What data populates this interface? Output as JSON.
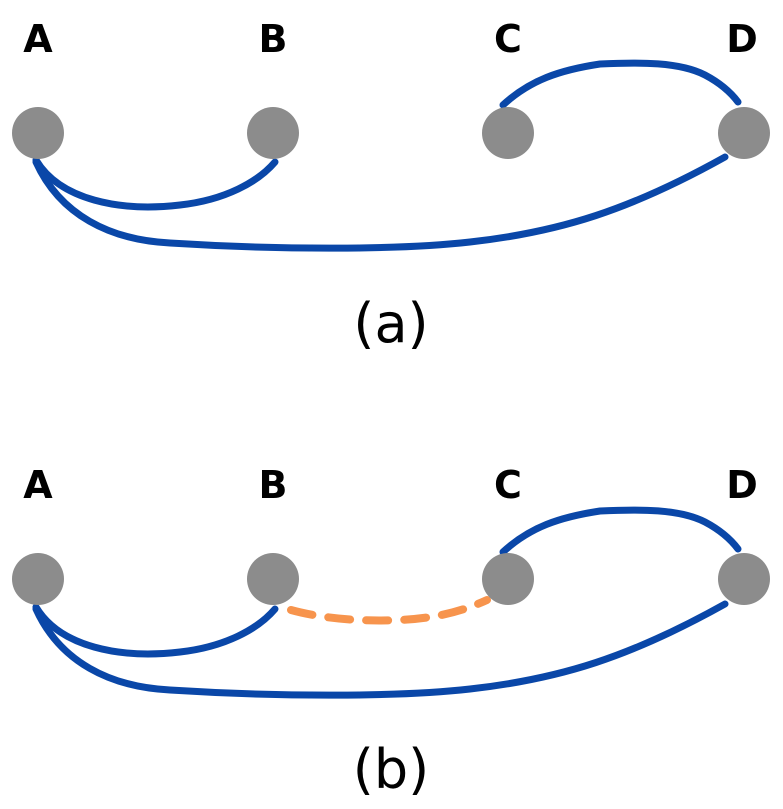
{
  "colors": {
    "node": "#8c8c8c",
    "edge": "#0a47a8",
    "added_edge": "#f7944d",
    "text": "#000000",
    "background": "#ffffff"
  },
  "panels": [
    {
      "caption": "(a)",
      "nodes": [
        {
          "id": "A",
          "label": "A"
        },
        {
          "id": "B",
          "label": "B"
        },
        {
          "id": "C",
          "label": "C"
        },
        {
          "id": "D",
          "label": "D"
        }
      ],
      "edges": [
        {
          "from": "A",
          "to": "B",
          "style": "solid"
        },
        {
          "from": "A",
          "to": "D",
          "style": "solid"
        },
        {
          "from": "C",
          "to": "D",
          "style": "solid"
        }
      ]
    },
    {
      "caption": "(b)",
      "nodes": [
        {
          "id": "A",
          "label": "A"
        },
        {
          "id": "B",
          "label": "B"
        },
        {
          "id": "C",
          "label": "C"
        },
        {
          "id": "D",
          "label": "D"
        }
      ],
      "edges": [
        {
          "from": "A",
          "to": "B",
          "style": "solid"
        },
        {
          "from": "A",
          "to": "D",
          "style": "solid"
        },
        {
          "from": "C",
          "to": "D",
          "style": "solid"
        },
        {
          "from": "B",
          "to": "C",
          "style": "dashed"
        }
      ]
    }
  ]
}
